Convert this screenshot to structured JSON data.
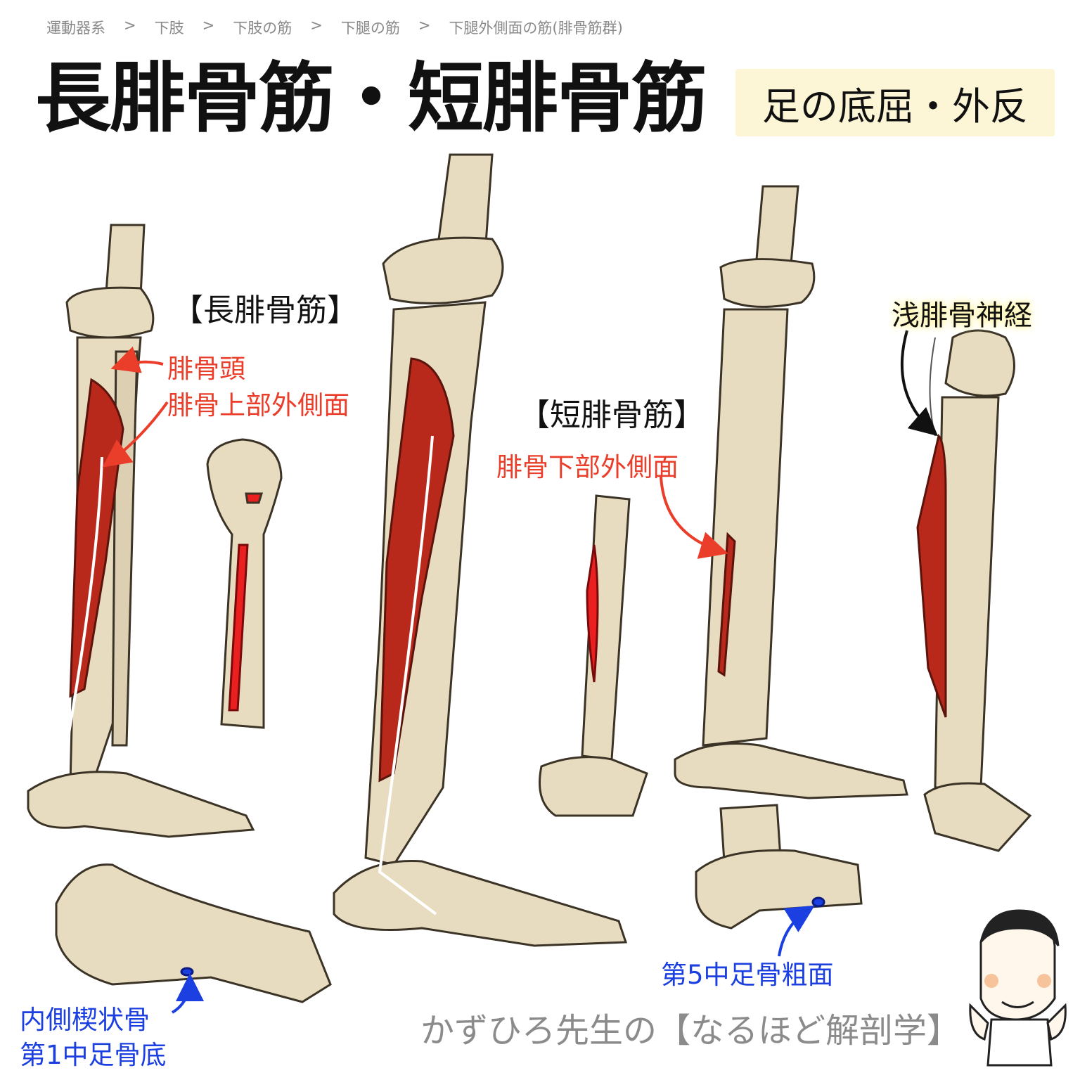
{
  "breadcrumb": [
    "運動器系",
    "下肢",
    "下肢の筋",
    "下腿の筋",
    "下腿外側面の筋(腓骨筋群)"
  ],
  "breadcrumb_separator": ">",
  "title": "長腓骨筋・短腓骨筋",
  "action": "足の底屈・外反",
  "section_long": "【長腓骨筋】",
  "section_short": "【短腓骨筋】",
  "origin_long_1": "腓骨頭",
  "origin_long_2": "腓骨上部外側面",
  "origin_short": "腓骨下部外側面",
  "insertion_long_1": "内側楔状骨",
  "insertion_long_2": "第1中足骨底",
  "insertion_short": "第5中足骨粗面",
  "nerve": "浅腓骨神経",
  "credit": "かずひろ先生の【なるほど解剖学】",
  "colors": {
    "origin": "#ea3d2a",
    "insertion": "#1b3fe0",
    "muscle": "#b8281b",
    "bone": "#e8dcc0",
    "bone_outline": "#3b3326",
    "action_bg": "#fcf6d6",
    "nerve_highlight": "#fff6b0"
  }
}
